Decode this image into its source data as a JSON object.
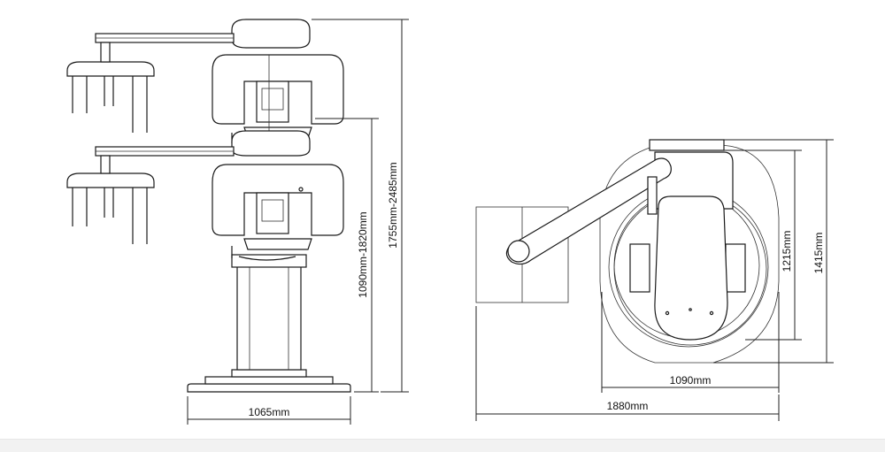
{
  "side_view": {
    "dimensions": {
      "base_width": "1065mm",
      "column_height_range": "1090mm-1820mm",
      "total_height_range": "1755mm-2485mm"
    }
  },
  "top_view": {
    "dimensions": {
      "inner_width": "1090mm",
      "overall_width": "1880mm",
      "inner_depth": "1215mm",
      "overall_depth": "1415mm"
    }
  }
}
